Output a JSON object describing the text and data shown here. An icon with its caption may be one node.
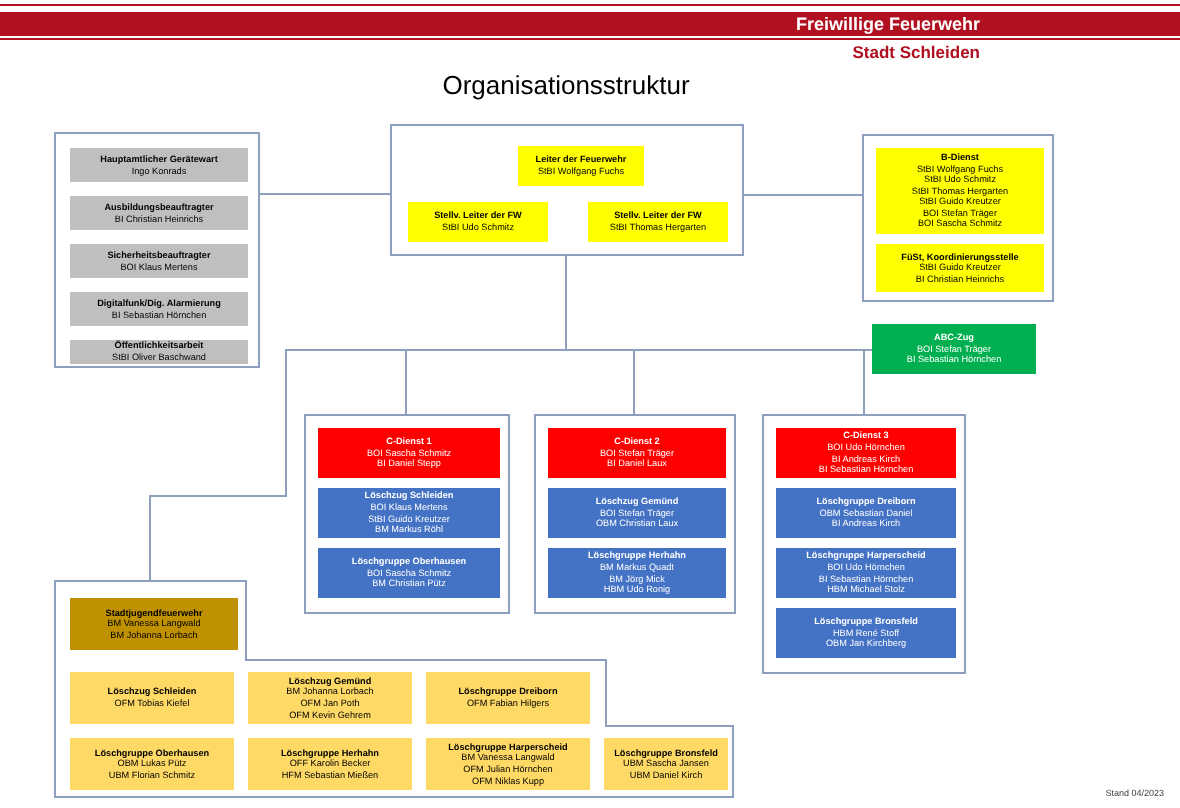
{
  "diagram": {
    "title": "Organisationsstruktur",
    "nodes": [
      {
        "text": [],
        "shape": "box"
      },
      {
        "text": [
          "Leiter der Feuerwehr",
          "StBI Wolfgang Fuchs"
        ],
        "in": 0
      },
      {
        "text": [
          "Stellv. Leiter der FW",
          "StBI Udo Schmitz"
        ],
        "in": 0
      },
      {
        "text": [
          "Stellv. Leiter der FW",
          "StBI Thomas Hergarten"
        ],
        "in": 0
      },
      {
        "text": [],
        "shape": "box"
      },
      {
        "text": [
          "Hauptamtlicher Gerätewart",
          "Ingo Konrads"
        ],
        "in": 4
      },
      {
        "text": [
          "Ausbildungsbeauftragter",
          "BI Christian Heinrichs"
        ],
        "in": 4
      },
      {
        "text": [
          "Sicherheitsbeauftragter",
          "BOI Klaus Mertens"
        ],
        "in": 4
      },
      {
        "text": [
          "Digitalfunk/Dig. Alarmierung",
          "BI Sebastian Hörnchen"
        ],
        "in": 4
      },
      {
        "text": [
          "Öffentlichkeitsarbeit",
          "StBI Oliver Baschwand"
        ],
        "in": 4
      },
      {
        "text": [],
        "shape": "box"
      },
      {
        "text": [
          "B-Dienst",
          "StBI Wolfgang Fuchs",
          "StBI Udo Schmitz",
          "StBI Thomas Hergarten",
          "StBI Guido Kreutzer",
          "BOI Stefan Träger",
          "BOI Sascha Schmitz"
        ],
        "in": 10
      },
      {
        "text": [
          "FüSt, Koordinierungsstelle",
          "StBI Guido Kreutzer",
          "BI Christian Heinrichs"
        ],
        "in": 10
      },
      {
        "text": [
          "ABC-Zug",
          "BOI Stefan Träger",
          "BI Sebastian Hörnchen"
        ]
      },
      {
        "text": [],
        "shape": "box"
      },
      {
        "text": [
          "C-Dienst 1",
          "BOI Sascha Schmitz",
          "BI Daniel Stepp"
        ],
        "in": 14
      },
      {
        "text": [
          "Löschzug Schleiden",
          "BOI Klaus Mertens",
          "StBI Guido Kreutzer",
          "BM Markus Röhl"
        ],
        "in": 14
      },
      {
        "text": [
          "Löschgruppe Oberhausen",
          "BOI Sascha Schmitz",
          "BM Christian Pütz"
        ],
        "in": 14
      },
      {
        "text": [],
        "shape": "box"
      },
      {
        "text": [
          "C-Dienst 2",
          "BOI Stefan Träger",
          "BI Daniel Laux"
        ],
        "in": 18
      },
      {
        "text": [
          "Löschzug Gemünd",
          "BOI Stefan Träger",
          "OBM Christian Laux"
        ],
        "in": 18
      },
      {
        "text": [
          "Löschgruppe Herhahn",
          "BM Markus Quadt",
          "BM Jörg Mick",
          "HBM Udo Ronig"
        ],
        "in": 18
      },
      {
        "text": [],
        "shape": "box"
      },
      {
        "text": [
          "C-Dienst 3",
          "BOI Udo Hörnchen",
          "BI Andreas Kirch",
          "BI Sebastian Hörnchen"
        ],
        "in": 22
      },
      {
        "text": [
          "Löschgruppe Dreiborn",
          "OBM Sebastian Daniel",
          "BI Andreas Kirch"
        ],
        "in": 22
      },
      {
        "text": [
          "Löschgruppe Harperscheid",
          "BOI Udo Hörnchen",
          "BI Sebastian Hörnchen",
          "HBM Michael Stolz"
        ],
        "in": 22
      },
      {
        "text": [
          "Löschgruppe Bronsfeld",
          "HBM René Stoff",
          "OBM Jan Kirchberg"
        ],
        "in": 22
      },
      {
        "text": [],
        "shape": "box"
      },
      {
        "text": [
          "Stadtjugendfeuerwehr",
          "BM Vanessa Langwald",
          "BM Johanna Lorbach"
        ],
        "in": 27
      },
      {
        "text": [
          "Löschzug Schleiden",
          "OFM Tobias Kiefel"
        ],
        "in": 27
      },
      {
        "text": [
          "Löschzug Gemünd",
          "BM Johanna Lorbach",
          "OFM Jan Poth",
          "OFM Kevin Gehrem"
        ],
        "in": 27
      },
      {
        "text": [
          "Löschgruppe Dreiborn",
          "OFM Fabian Hilgers"
        ],
        "in": 27
      },
      {
        "text": [
          "Löschgruppe Oberhausen",
          "OBM Lukas Pütz",
          "UBM Florian Schmitz"
        ],
        "in": 27
      },
      {
        "text": [
          "Löschgruppe Herhahn",
          "OFF Karolin Becker",
          "HFM Sebastian Mießen"
        ],
        "in": 27
      },
      {
        "text": [
          "Löschgruppe Harperscheid",
          "BM Vanessa Langwald",
          "OFM Julian Hörnchen",
          "OFM Niklas Kupp"
        ],
        "in": 27
      },
      {
        "text": [
          "Löschgruppe Bronsfeld",
          "UBM Sascha Jansen",
          "UBM Daniel Kirch"
        ],
        "in": 27
      }
    ],
    "edges": [
      {
        "from": 0,
        "to": 4,
        "arrow": "none"
      },
      {
        "from": 0,
        "to": 10,
        "arrow": "none"
      },
      {
        "from": 0,
        "to": 13,
        "arrow": "none"
      },
      {
        "from": 0,
        "to": 14,
        "arrow": "none"
      },
      {
        "from": 0,
        "to": 18,
        "arrow": "none"
      },
      {
        "from": 0,
        "to": 22,
        "arrow": "none"
      },
      {
        "from": 0,
        "to": 27,
        "arrow": "none"
      }
    ],
    "labels": [
      "Freiwillige Feuerwehr",
      "Stadt Schleiden",
      "Stand 04/2023"
    ]
  }
}
